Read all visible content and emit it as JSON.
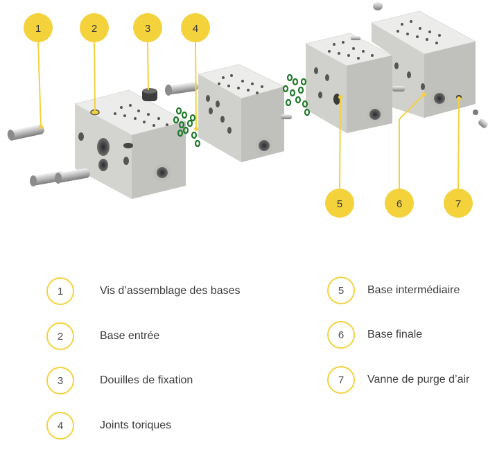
{
  "callouts": [
    "1",
    "2",
    "3",
    "4",
    "5",
    "6",
    "7"
  ],
  "legend": [
    {
      "number": "1",
      "label": "Vis d’assemblage des bases"
    },
    {
      "number": "2",
      "label": "Base entrée"
    },
    {
      "number": "3",
      "label": "Douilles de fixation"
    },
    {
      "number": "4",
      "label": "Joints toriques"
    },
    {
      "number": "5",
      "label": "Base intermédiaire"
    },
    {
      "number": "6",
      "label": "Base finale"
    },
    {
      "number": "7",
      "label": "Vanne de purge d’air"
    }
  ],
  "colors": {
    "callout_fill": "#f4d23c",
    "leader_line": "#f4d23c",
    "metal_light": "#e6e6e3",
    "metal_mid": "#c9c9c6",
    "metal_dark": "#a9a9a6",
    "oring": "#1f7a2a"
  }
}
